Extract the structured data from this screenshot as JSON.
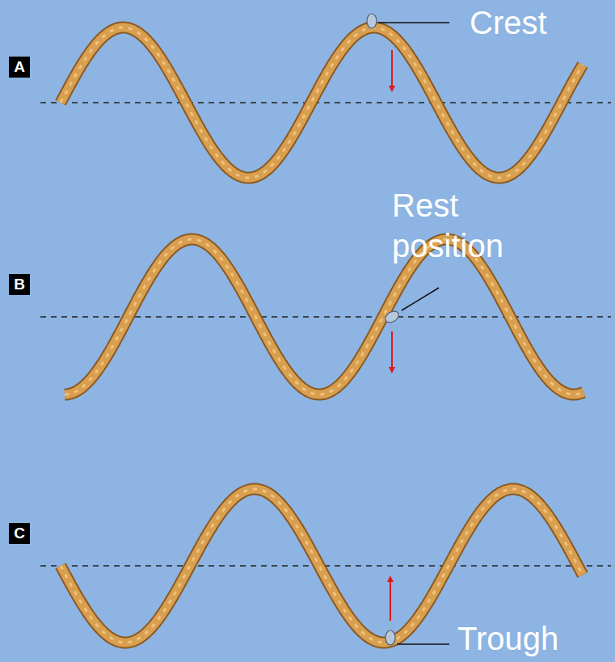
{
  "diagram": {
    "labels": [
      "Crest",
      "A",
      "Rest position",
      "B",
      "C",
      "Trough"
    ]
  }
}
